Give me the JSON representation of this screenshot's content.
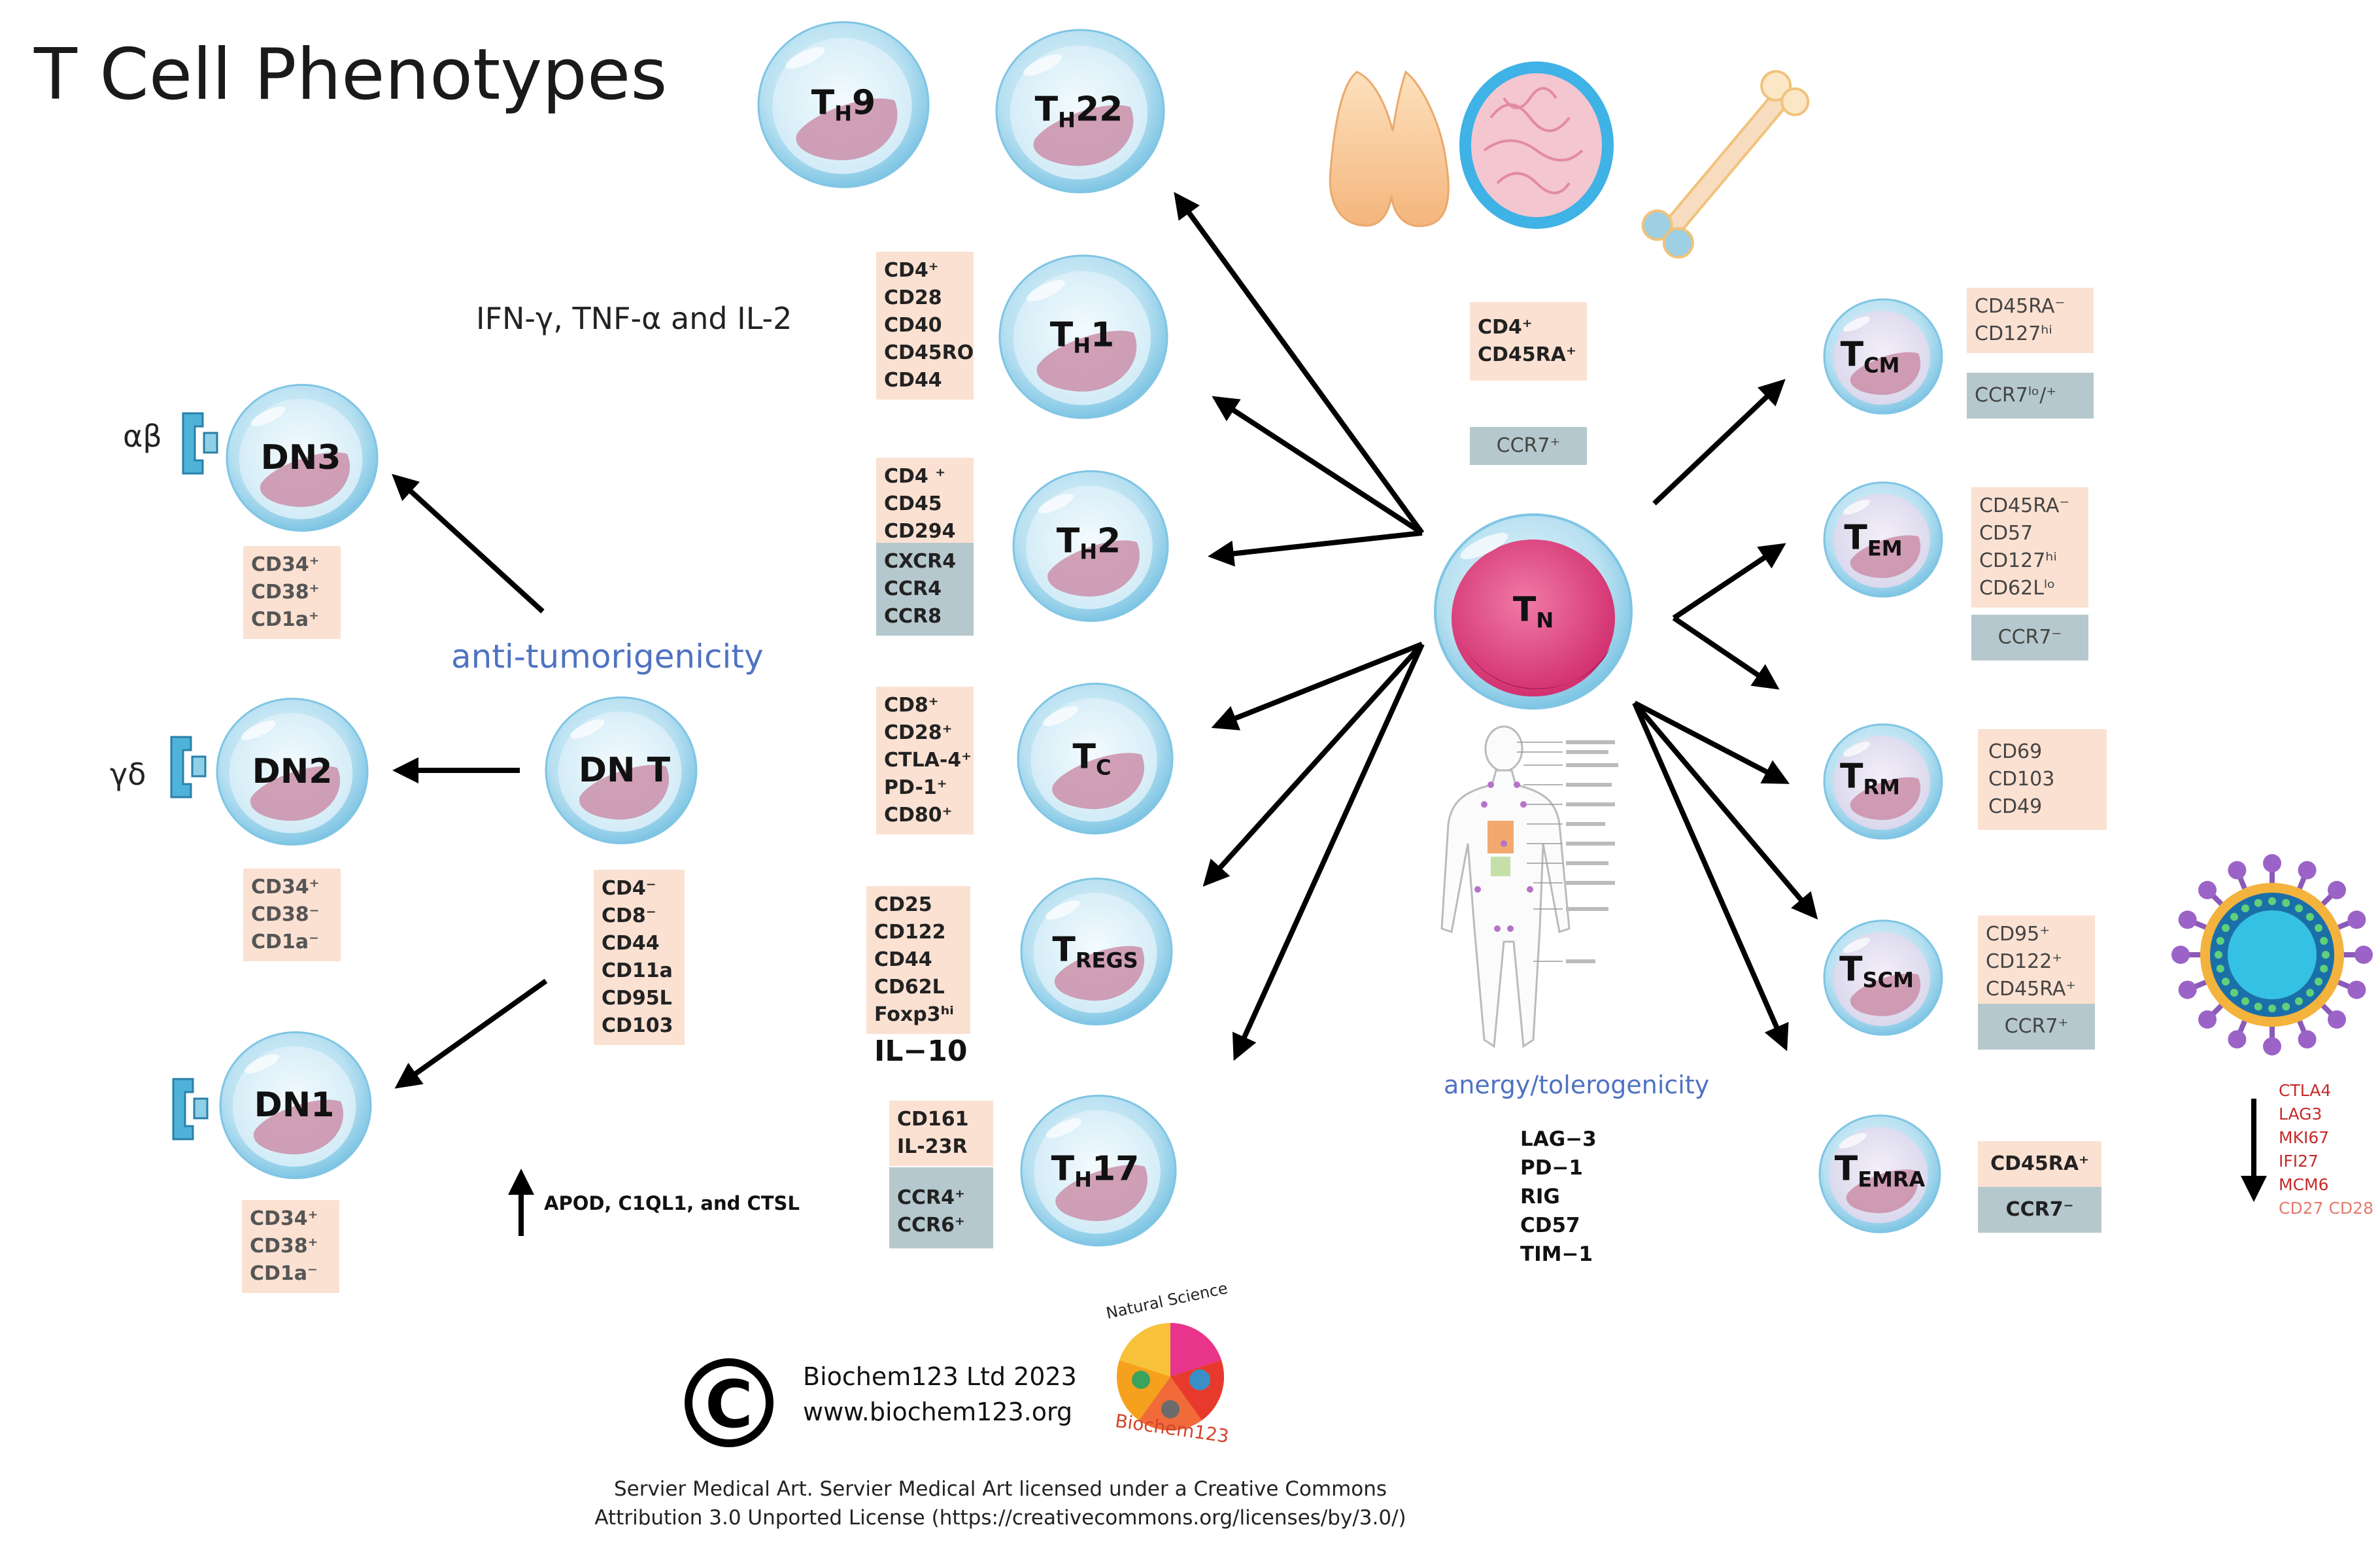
{
  "title": "T Cell Phenotypes",
  "cells": {
    "th9": {
      "main": "T",
      "sub": "H",
      "suffix": "9"
    },
    "th22": {
      "main": "T",
      "sub": "H",
      "suffix": "22"
    },
    "th1": {
      "main": "T",
      "sub": "H",
      "suffix": "1"
    },
    "th2": {
      "main": "T",
      "sub": "H",
      "suffix": "2"
    },
    "tc": {
      "main": "T",
      "sub": "C",
      "suffix": ""
    },
    "tregs": {
      "main": "T",
      "sub": "REGS",
      "suffix": ""
    },
    "th17": {
      "main": "T",
      "sub": "H",
      "suffix": "17"
    },
    "tn": {
      "main": "T",
      "sub": "N",
      "suffix": ""
    },
    "tcm": {
      "main": "T",
      "sub": "CM",
      "suffix": ""
    },
    "tem": {
      "main": "T",
      "sub": "EM",
      "suffix": ""
    },
    "trm": {
      "main": "T",
      "sub": "RM",
      "suffix": ""
    },
    "tscm": {
      "main": "T",
      "sub": "SCM",
      "suffix": ""
    },
    "temra": {
      "main": "T",
      "sub": "EMRA",
      "suffix": ""
    },
    "dn3": "DN3",
    "dn2": "DN2",
    "dn1": "DN1",
    "dnt": "DN T"
  },
  "receptors": {
    "alphabeta": "αβ",
    "gammadelta": "γδ"
  },
  "markers": {
    "th1": [
      "CD4⁺",
      "CD28",
      "CD40",
      "CD45RO",
      "CD44"
    ],
    "th2_peach": [
      "CD4 ⁺",
      "CD45",
      "CD294"
    ],
    "th2_grey": [
      "CXCR4",
      "CCR4",
      "CCR8"
    ],
    "tc": [
      "CD8⁺",
      "CD28⁺",
      "CTLA-4⁺",
      "PD-1⁺",
      "CD80⁺"
    ],
    "tregs": [
      "CD25",
      "CD122",
      "CD44",
      "CD62L",
      "Foxp3ʰⁱ"
    ],
    "th17_peach": [
      "CD161",
      "IL-23R"
    ],
    "th17_grey": [
      "CCR4⁺",
      "CCR6⁺"
    ],
    "dn3": [
      "CD34⁺",
      "CD38⁺",
      "CD1a⁺"
    ],
    "dn2": [
      "CD34⁺",
      "CD38⁻",
      "CD1a⁻"
    ],
    "dn1": [
      "CD34⁺",
      "CD38⁺",
      "CD1a⁻"
    ],
    "dnt": [
      "CD4⁻",
      "CD8⁻",
      "CD44",
      "CD11a",
      "CD95L",
      "CD103"
    ],
    "tn_peach": [
      "CD4⁺",
      "CD45RA⁺"
    ],
    "tn_grey": [
      "CCR7⁺"
    ],
    "tcm_peach": [
      "CD45RA⁻",
      "CD127ʰⁱ"
    ],
    "tcm_grey": [
      "CCR7ˡᵒ/⁺"
    ],
    "tem_peach": [
      "CD45RA⁻",
      "CD57",
      "CD127ʰⁱ",
      "CD62Lˡᵒ"
    ],
    "tem_grey": [
      "CCR7⁻"
    ],
    "trm": [
      "CD69",
      "CD103",
      "CD49"
    ],
    "tscm_peach": [
      "CD95⁺",
      "CD122⁺",
      "CD45RA⁺"
    ],
    "tscm_grey": [
      "CCR7⁺"
    ],
    "temra_peach": [
      "CD45RA⁺"
    ],
    "temra_grey": [
      "CCR7⁻"
    ]
  },
  "labels": {
    "cytokines": "IFN-γ, TNF-α and IL-2",
    "anti_tumor": "anti-tumorigenicity",
    "il10": "IL−10",
    "apod": "APOD, C1QL1, and CTSL",
    "anergy": "anergy/tolerogenicity"
  },
  "anergy_markers": [
    "LAG−3",
    "PD−1",
    "RIG",
    "CD57",
    "TIM−1"
  ],
  "virus_markers": [
    "CTLA4",
    "LAG3",
    "MKI67",
    "IFI27",
    "MCM6",
    "CD27 CD28"
  ],
  "footer": {
    "company": "Biochem123 Ltd 2023",
    "url": "www.biochem123.org",
    "logo_top": "Natural Science",
    "logo_bottom": "Biochem123",
    "credit_line1": "Servier Medical Art. Servier Medical Art licensed under a Creative Commons",
    "credit_line2": "Attribution 3.0 Unported License (https://creativecommons.org/licenses/by/3.0/)"
  },
  "colors": {
    "peach_box": "#fbe1d2",
    "grey_box": "#b5c8cd",
    "blue_text": "#4f73c2",
    "red_text": "#c62a2a",
    "naive_cell": "#e0528b"
  },
  "icons": [
    "thymus-icon",
    "lymph-node-icon",
    "bone-icon",
    "human-body-icon",
    "virus-icon",
    "copyright-icon",
    "natural-science-logo",
    "receptor-icon"
  ]
}
